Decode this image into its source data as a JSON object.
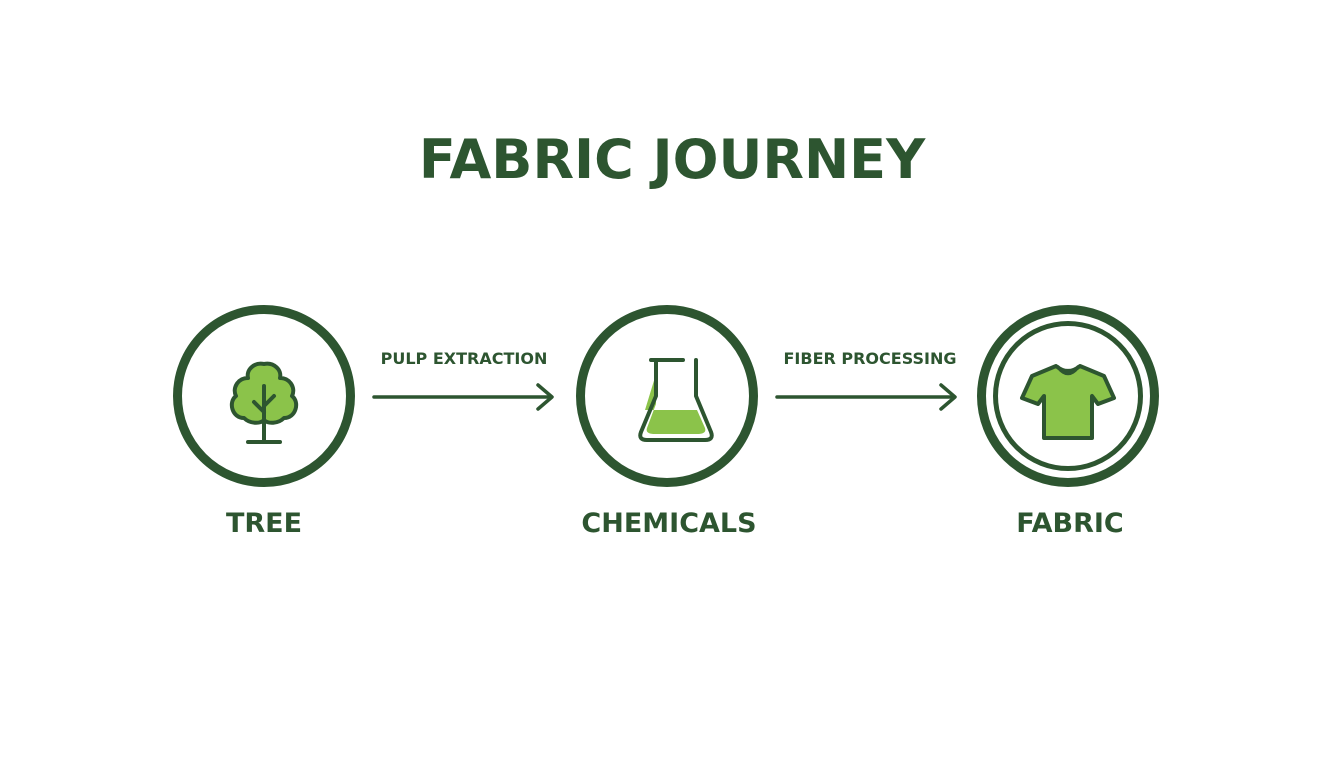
{
  "title": "FABRIC JOURNEY",
  "colors": {
    "dark_green": "#2d5530",
    "light_green": "#8bc34a"
  },
  "nodes": [
    {
      "label": "TREE",
      "icon": "tree-icon"
    },
    {
      "label": "CHEMICALS",
      "icon": "flask-icon"
    },
    {
      "label": "FABRIC",
      "icon": "t-shirt-icon"
    }
  ],
  "steps": [
    {
      "label": "PULP EXTRACTION"
    },
    {
      "label": "FIBER PROCESSING"
    }
  ]
}
